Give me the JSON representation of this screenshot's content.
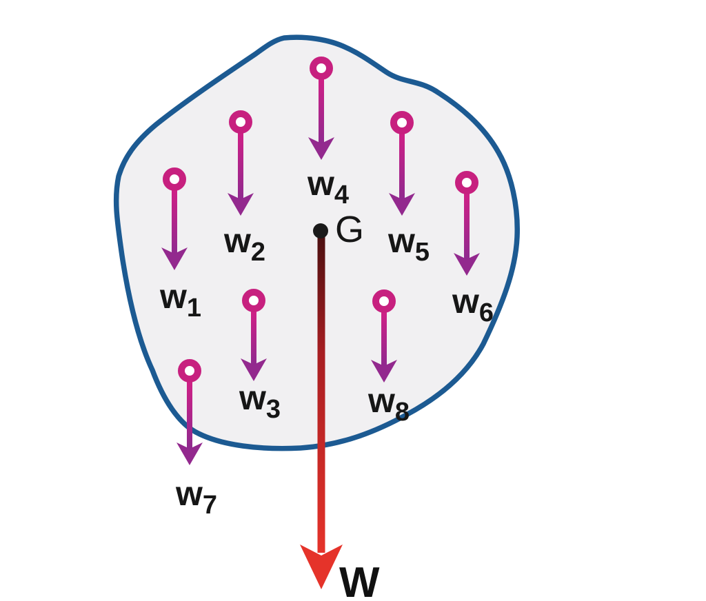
{
  "diagram": {
    "colors": {
      "background": "#ffffff",
      "body_fill": "#f1f0f2",
      "body_outline": "#1c5a92",
      "weight_arrow_top": "#cf2086",
      "weight_arrow_bottom": "#8e2a8f",
      "weight_ring": "#c7207f",
      "weight_head": "#93298e",
      "resultant_top": "#4a0f10",
      "resultant_mid": "#a81e22",
      "resultant_bottom": "#e5332a",
      "cg_dot": "#1a1a1a",
      "label_color": "#161616"
    },
    "icons": {
      "weight_marker": "ring-circle",
      "weight_pointer": "arrowhead-down",
      "resultant_pointer": "arrowhead-down"
    },
    "weights": [
      {
        "name": "w1",
        "base": "w",
        "sub": "1"
      },
      {
        "name": "w2",
        "base": "w",
        "sub": "2"
      },
      {
        "name": "w3",
        "base": "w",
        "sub": "3"
      },
      {
        "name": "w4",
        "base": "w",
        "sub": "4"
      },
      {
        "name": "w5",
        "base": "w",
        "sub": "5"
      },
      {
        "name": "w6",
        "base": "w",
        "sub": "6"
      },
      {
        "name": "w7",
        "base": "w",
        "sub": "7"
      },
      {
        "name": "w8",
        "base": "w",
        "sub": "8"
      }
    ],
    "center_of_gravity": {
      "label": "G"
    },
    "resultant": {
      "label": "W"
    }
  }
}
